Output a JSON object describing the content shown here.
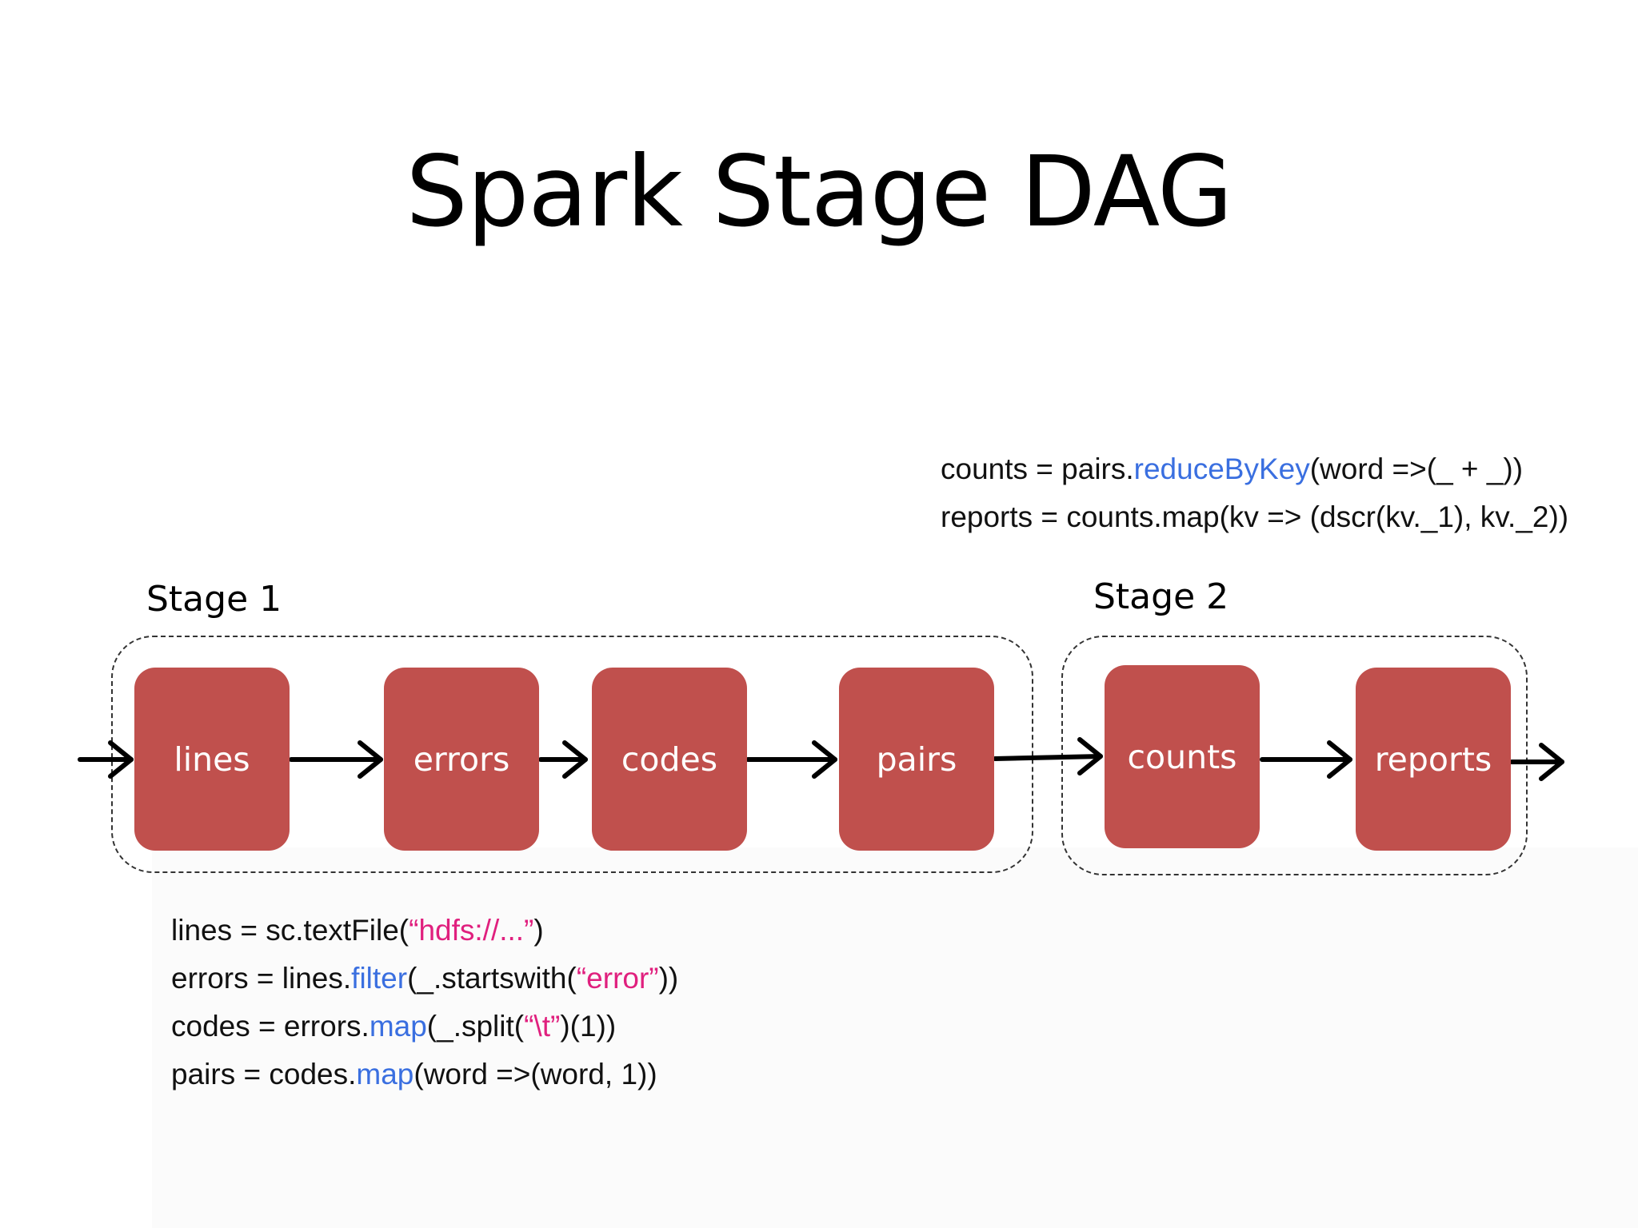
{
  "title": "Spark Stage DAG",
  "colors": {
    "node_fill": "#c0504d",
    "node_text": "#ffffff",
    "method_highlight": "#3a6fe0",
    "string_highlight": "#e0207e"
  },
  "stages": [
    {
      "label": "Stage 1",
      "nodes": [
        "lines",
        "errors",
        "codes",
        "pairs"
      ]
    },
    {
      "label": "Stage 2",
      "nodes": [
        "counts",
        "reports"
      ]
    }
  ],
  "code": {
    "stage2": [
      [
        {
          "t": "counts = pairs."
        },
        {
          "t": "reduceByKey",
          "c": "kw"
        },
        {
          "t": "(word =>(_ + _))"
        }
      ],
      [
        {
          "t": "reports = counts.map(kv => (dscr(kv._1), kv._2))"
        }
      ]
    ],
    "stage1": [
      [
        {
          "t": "lines = sc.textFile("
        },
        {
          "t": "“hdfs://...”",
          "c": "str"
        },
        {
          "t": ")"
        }
      ],
      [
        {
          "t": "errors = lines."
        },
        {
          "t": "filter",
          "c": "kw"
        },
        {
          "t": "(_.startswith("
        },
        {
          "t": "“error”",
          "c": "str"
        },
        {
          "t": "))"
        }
      ],
      [
        {
          "t": "codes = errors."
        },
        {
          "t": "map",
          "c": "kw"
        },
        {
          "t": "(_.split("
        },
        {
          "t": "“\\t”",
          "c": "str"
        },
        {
          "t": ")(1))"
        }
      ],
      [
        {
          "t": "pairs = codes."
        },
        {
          "t": "map",
          "c": "kw"
        },
        {
          "t": "(word =>(word, 1))"
        }
      ]
    ]
  }
}
